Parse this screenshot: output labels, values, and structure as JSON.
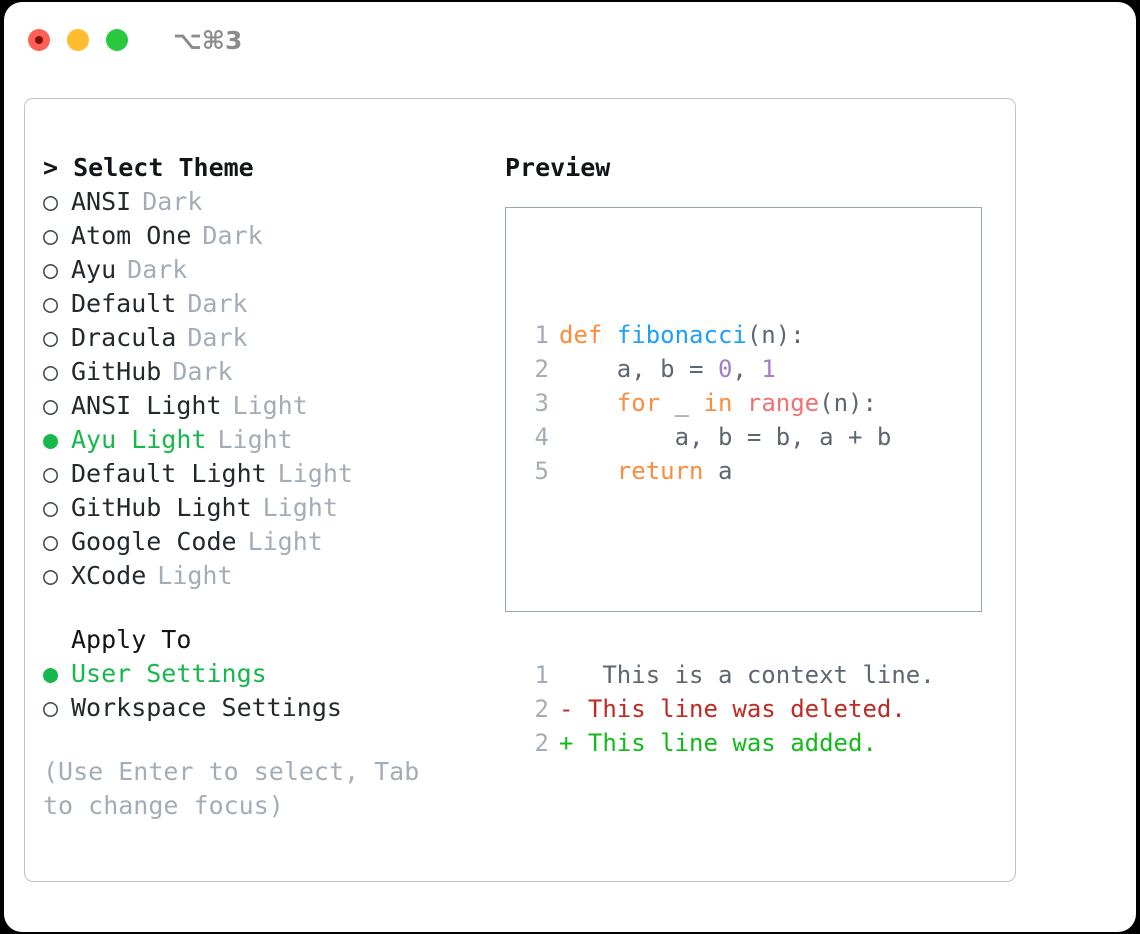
{
  "titlebar": {
    "shortcut": "⌥⌘3",
    "buttons": [
      {
        "name": "close",
        "color": "#ff5f57"
      },
      {
        "name": "minimize",
        "color": "#febc2e"
      },
      {
        "name": "maximize",
        "color": "#28c840"
      }
    ]
  },
  "left": {
    "title": "> Select Theme",
    "themes": [
      {
        "marker": "○",
        "name": "ANSI",
        "variant": "Dark",
        "selected": false
      },
      {
        "marker": "○",
        "name": "Atom One",
        "variant": "Dark",
        "selected": false
      },
      {
        "marker": "○",
        "name": "Ayu",
        "variant": "Dark",
        "selected": false
      },
      {
        "marker": "○",
        "name": "Default",
        "variant": "Dark",
        "selected": false
      },
      {
        "marker": "○",
        "name": "Dracula",
        "variant": "Dark",
        "selected": false
      },
      {
        "marker": "○",
        "name": "GitHub",
        "variant": "Dark",
        "selected": false
      },
      {
        "marker": "○",
        "name": "ANSI Light",
        "variant": "Light",
        "selected": false
      },
      {
        "marker": "●",
        "name": "Ayu Light",
        "variant": "Light",
        "selected": true
      },
      {
        "marker": "○",
        "name": "Default Light",
        "variant": "Light",
        "selected": false
      },
      {
        "marker": "○",
        "name": "GitHub Light",
        "variant": "Light",
        "selected": false
      },
      {
        "marker": "○",
        "name": "Google Code",
        "variant": "Light",
        "selected": false
      },
      {
        "marker": "○",
        "name": "XCode",
        "variant": "Light",
        "selected": false
      }
    ],
    "apply_to_title": "Apply To",
    "apply_to": [
      {
        "marker": "●",
        "label": "User Settings",
        "selected": true
      },
      {
        "marker": "○",
        "label": "Workspace Settings",
        "selected": false
      }
    ],
    "hint": "(Use Enter to select, Tab to change focus)"
  },
  "right": {
    "title": "Preview",
    "code_lines": [
      {
        "num": "1",
        "tokens": [
          {
            "text": "def",
            "type": "kw"
          },
          {
            "text": " ",
            "type": "punc"
          },
          {
            "text": "fibonacci",
            "type": "fn"
          },
          {
            "text": "(n):",
            "type": "punc"
          }
        ]
      },
      {
        "num": "2",
        "tokens": [
          {
            "text": "    a, b = ",
            "type": "txt"
          },
          {
            "text": "0",
            "type": "num"
          },
          {
            "text": ", ",
            "type": "txt"
          },
          {
            "text": "1",
            "type": "num"
          }
        ]
      },
      {
        "num": "3",
        "tokens": [
          {
            "text": "    ",
            "type": "txt"
          },
          {
            "text": "for",
            "type": "kw"
          },
          {
            "text": " _ ",
            "type": "txt"
          },
          {
            "text": "in",
            "type": "kw"
          },
          {
            "text": " ",
            "type": "txt"
          },
          {
            "text": "range",
            "type": "call"
          },
          {
            "text": "(n):",
            "type": "punc"
          }
        ]
      },
      {
        "num": "4",
        "tokens": [
          {
            "text": "        a, b = b, a + b",
            "type": "txt"
          }
        ]
      },
      {
        "num": "5",
        "tokens": [
          {
            "text": "    ",
            "type": "txt"
          },
          {
            "text": "return",
            "type": "kw"
          },
          {
            "text": " a",
            "type": "txt"
          }
        ]
      }
    ],
    "diff_lines": [
      {
        "num": "1",
        "sign": " ",
        "text": "  This is a context line.",
        "kind": "ctx"
      },
      {
        "num": "2",
        "sign": "-",
        "text": " This line was deleted.",
        "kind": "del"
      },
      {
        "num": "2",
        "sign": "+",
        "text": " This line was added.",
        "kind": "add"
      }
    ]
  }
}
